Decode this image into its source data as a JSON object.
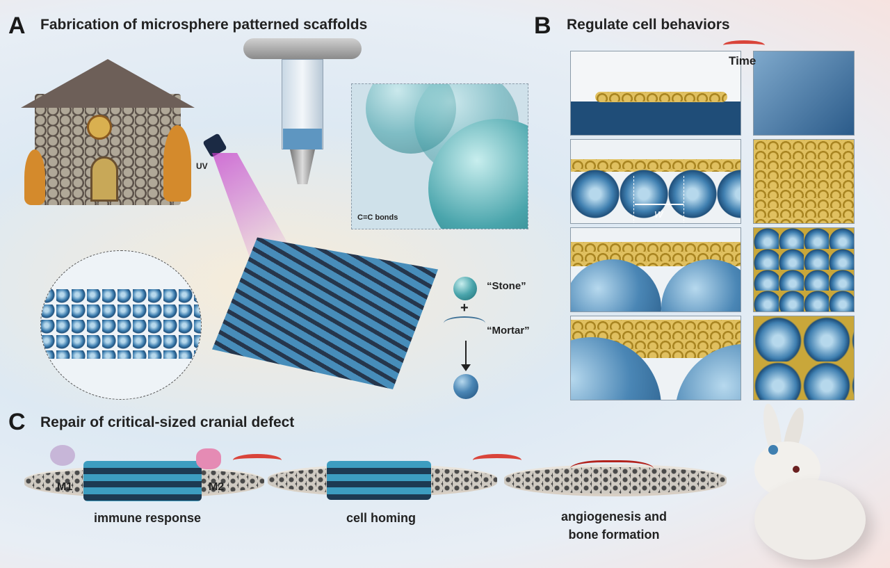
{
  "panel_a": {
    "letter": "A",
    "title": "Fabrication of microsphere patterned scaffolds",
    "uv_label": "UV",
    "bond_label": "C=C bonds",
    "stone_label": "“Stone”",
    "plus": "+",
    "mortar_label": "“Mortar”"
  },
  "panel_b": {
    "letter": "B",
    "title": "Regulate cell behaviors",
    "time_label": "Time",
    "width_label": "W"
  },
  "panel_c": {
    "letter": "C",
    "title": "Repair of critical-sized cranial defect",
    "m1": "M1",
    "m2": "M2",
    "steps": [
      "immune response",
      "cell homing",
      "angiogenesis and bone formation"
    ]
  },
  "colors": {
    "sphere": "#3f7fb0",
    "stone": "#3d9da4",
    "cells": "#c9a73a",
    "arrow": "#d9443a"
  }
}
